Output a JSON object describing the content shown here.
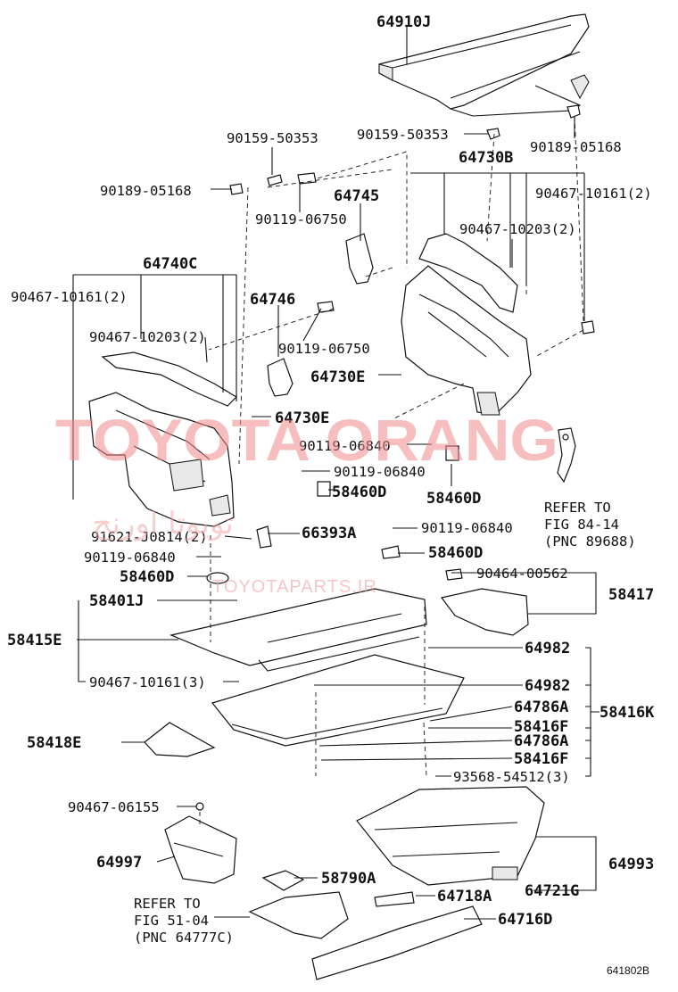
{
  "labels": {
    "p64910J": "64910J",
    "p90159a": "90159-50353",
    "p90159b": "90159-50353",
    "p90189a": "90189-05168",
    "p90189b": "90189-05168",
    "p64730B": "64730B",
    "p64745": "64745",
    "p90467_10161a": "90467-10161(2)",
    "p90119_06750a": "90119-06750",
    "p90467_10203a": "90467-10203(2)",
    "p64740C": "64740C",
    "p90467_10161b": "90467-10161(2)",
    "p64746": "64746",
    "p90467_10203b": "90467-10203(2)",
    "p90119_06750b": "90119-06750",
    "p64730E_a": "64730E",
    "p64730E_b": "64730E",
    "p90119_06840a": "90119-06840",
    "p90119_06840b": "90119-06840",
    "p58460D_a": "58460D",
    "p58460D_b": "58460D",
    "p91621": "91621-J0814(2)",
    "p66393A": "66393A",
    "p90119_06840c": "90119-06840",
    "p90119_06840d": "90119-06840",
    "p58460D_c": "58460D",
    "p58460D_d": "58460D",
    "p90464": "90464-00562",
    "p58417": "58417",
    "p58401J": "58401J",
    "p58415E": "58415E",
    "p64982a": "64982",
    "p64982b": "64982",
    "p90467_10161c": "90467-10161(3)",
    "p64786A_a": "64786A",
    "p58416F_a": "58416F",
    "p58416K": "58416K",
    "p64786A_b": "64786A",
    "p58416F_b": "58416F",
    "p58418E": "58418E",
    "p93568": "93568-54512(3)",
    "p90467_06155": "90467-06155",
    "p64997": "64997",
    "p64993": "64993",
    "p58790A": "58790A",
    "p64721G": "64721G",
    "p64718A": "64718A",
    "p64716D": "64716D"
  },
  "refer_right": {
    "line1": "REFER TO",
    "line2": "FIG 84-14",
    "line3": "(PNC 89688)"
  },
  "refer_left": {
    "line1": "REFER TO",
    "line2": "FIG 51-04",
    "line3": "(PNC 64777C)"
  },
  "diagram_id": "641802B",
  "watermark": {
    "main": "TOYOTA ORANG",
    "arabic": "تويوتا اورنج",
    "site": "TOYOTAPARTS.IR"
  }
}
